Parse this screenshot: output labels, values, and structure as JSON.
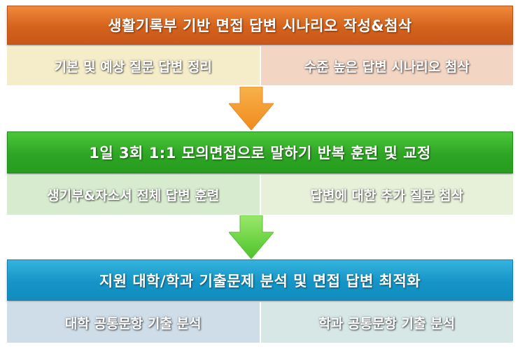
{
  "stages": [
    {
      "title": "생활기록부 기반 면접 답변 시나리오 작성&첨삭",
      "items": [
        "기본 및 예상 질문 답변 정리",
        "수준 높은 답변 시나리오 첨삭"
      ],
      "color": "#d4621c"
    },
    {
      "title": "1일 3회 1:1 모의면접으로 말하기 반복 훈련 및 교정",
      "items": [
        "생기부&자소서 전체 답변 훈련",
        "답변에 대한 추가 질문 첨삭"
      ],
      "color": "#2ea524"
    },
    {
      "title": "지원 대학/학과 기출문제 분석 및 면접 답변 최적화",
      "items": [
        "대학 공통문항 기출 분석",
        "학과 공통문항 기출 분석"
      ],
      "color": "#1595c7"
    }
  ],
  "arrows": [
    {
      "color_top": "#f7b24a",
      "color_bottom": "#f08a1e"
    },
    {
      "color_top": "#9be86a",
      "color_bottom": "#4cc32a"
    }
  ]
}
